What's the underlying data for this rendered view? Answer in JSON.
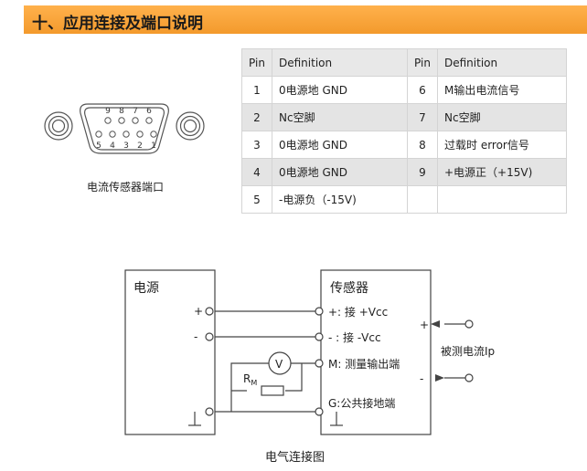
{
  "section": {
    "title": "十、应用连接及端口说明"
  },
  "connector": {
    "top_pins": [
      "9",
      "8",
      "7",
      "6"
    ],
    "bottom_pins": [
      "5",
      "4",
      "3",
      "2",
      "1"
    ],
    "caption": "电流传感器端口"
  },
  "pin_table": {
    "headers": {
      "pin": "Pin",
      "definition": "Definition"
    },
    "rows": [
      {
        "pin_a": "1",
        "def_a": "0电源地  GND",
        "pin_b": "6",
        "def_b": "M输出电流信号"
      },
      {
        "pin_a": "2",
        "def_a": "Nc空脚",
        "pin_b": "7",
        "def_b": "Nc空脚"
      },
      {
        "pin_a": "3",
        "def_a": "0电源地  GND",
        "pin_b": "8",
        "def_b": "过载时  error信号"
      },
      {
        "pin_a": "4",
        "def_a": "0电源地  GND",
        "pin_b": "9",
        "def_b": "+电源正（+15V)"
      },
      {
        "pin_a": "5",
        "def_a": "-电源负（-15V)",
        "pin_b": "",
        "def_b": ""
      }
    ]
  },
  "wiring": {
    "power_label": "电源",
    "sensor_label": "传感器",
    "plus": "+",
    "minus": "-",
    "terminal_plus": "+: 接 +Vcc",
    "terminal_minus": "- : 接 -Vcc",
    "terminal_m": "M: 测量输出端",
    "terminal_g": "G:公共接地端",
    "voltmeter": "V",
    "resistor_main": "R",
    "resistor_sub": "M",
    "out_plus": "+",
    "out_minus": "-",
    "measured_current": "被测电流Ip",
    "caption": "电气连接图"
  }
}
